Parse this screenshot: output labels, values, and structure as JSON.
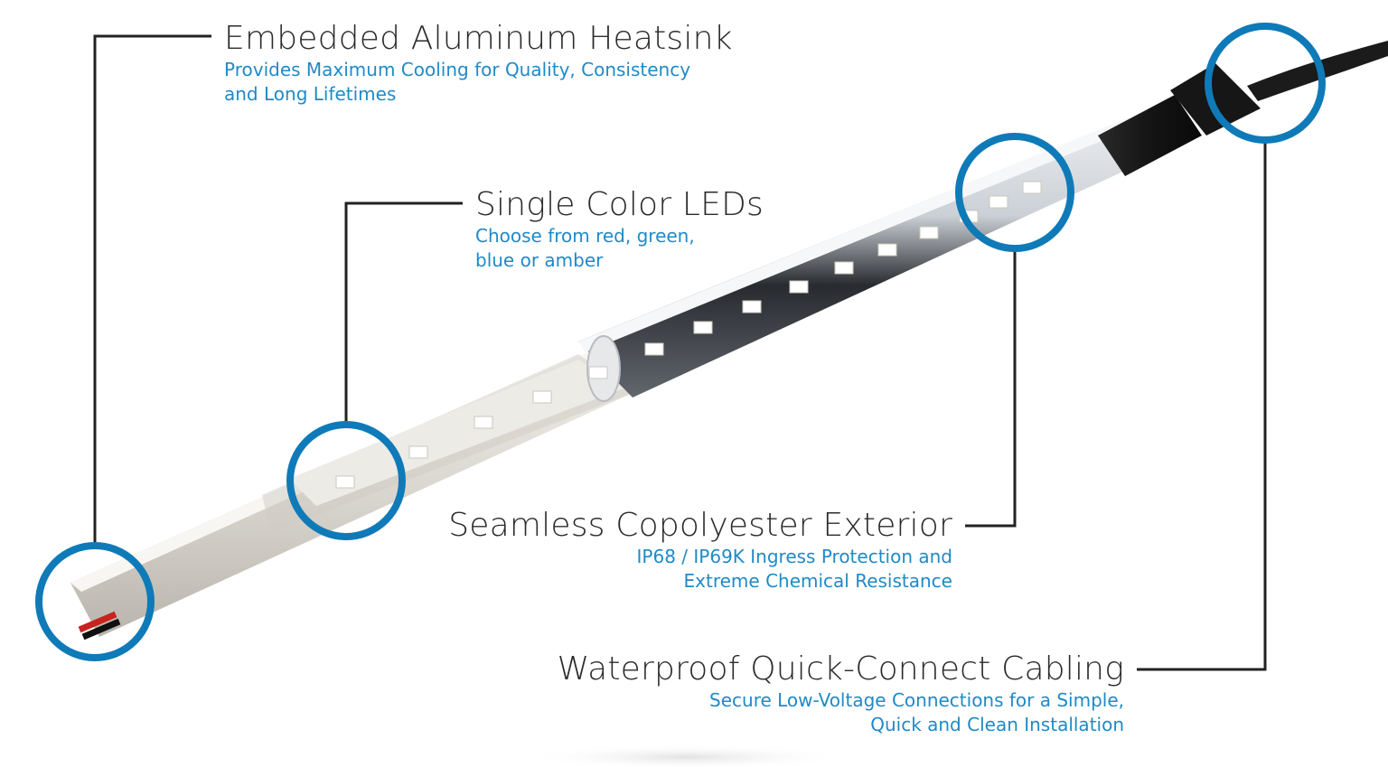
{
  "callouts": {
    "heatsink": {
      "title": "Embedded Aluminum Heatsink",
      "desc_line1": "Provides Maximum Cooling for Quality, Consistency",
      "desc_line2": "and Long Lifetimes"
    },
    "leds": {
      "title": "Single Color LEDs",
      "desc_line1": "Choose from red, green,",
      "desc_line2": "blue or amber"
    },
    "exterior": {
      "title": "Seamless Copolyester Exterior",
      "desc_line1": "IP68 / IP69K Ingress Protection and",
      "desc_line2": "Extreme Chemical Resistance"
    },
    "cabling": {
      "title": "Waterproof Quick-Connect Cabling",
      "desc_line1": "Secure Low-Voltage Connections for a Simple,",
      "desc_line2": "Quick and Clean Installation"
    }
  },
  "colors": {
    "highlight_ring": "#0f7ab8",
    "title_text": "#2b2b2b",
    "desc_text": "#1f8ac7",
    "leader_line": "#222222"
  }
}
